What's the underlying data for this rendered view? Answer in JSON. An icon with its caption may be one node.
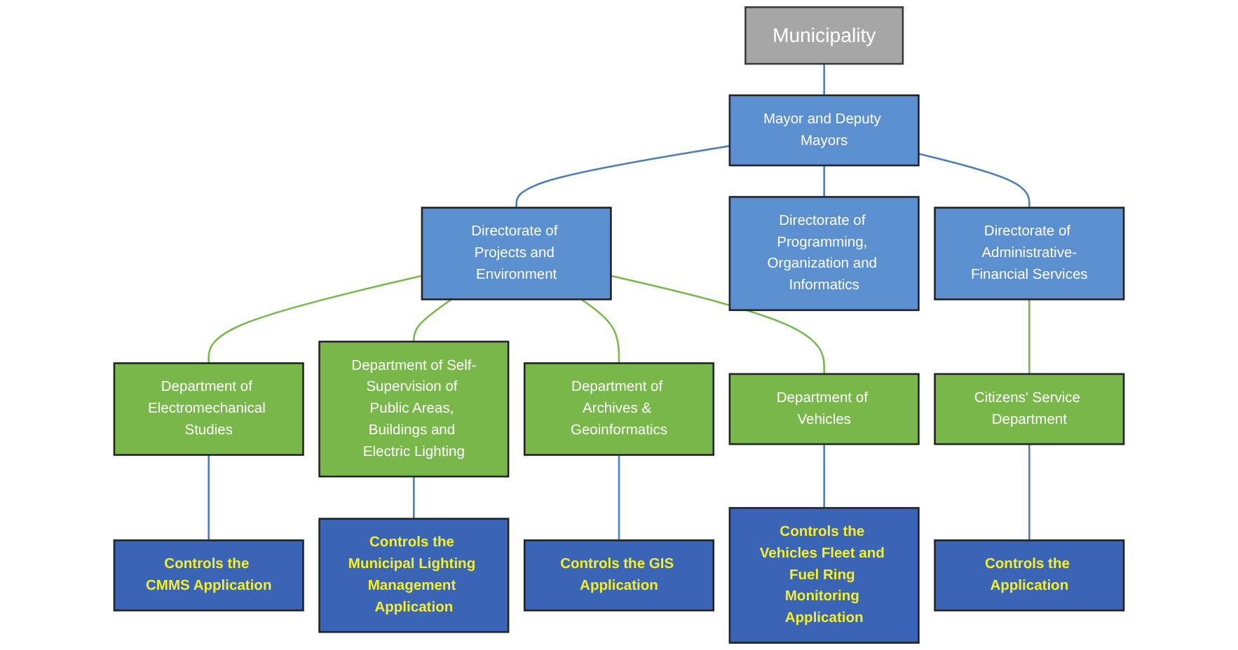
{
  "diagram": {
    "nodes": [
      {
        "text": [
          "Municipality"
        ]
      },
      {
        "text": [
          "Mayor and Deputy Mayors"
        ]
      },
      {
        "text": [
          "Directorate of Projects and Environment"
        ]
      },
      {
        "text": [
          "Directorate of Programming, Organization and Informatics"
        ]
      },
      {
        "text": [
          "Directorate of Administrative-Financial Services"
        ]
      },
      {
        "text": [
          "Department of Electromechanical Studies"
        ]
      },
      {
        "text": [
          "Department of Self-Supervision of Public Areas, Buildings and Electric Lighting"
        ]
      },
      {
        "text": [
          "Department of Archives & Geoinformatics"
        ]
      },
      {
        "text": [
          "Department of Vehicles"
        ]
      },
      {
        "text": [
          "Citizens' Service Department"
        ]
      },
      {
        "text": [
          "Controls the CMMS Application"
        ]
      },
      {
        "text": [
          "Controls the Municipal Lighting Management Application"
        ]
      },
      {
        "text": [
          "Controls the GIS Application"
        ]
      },
      {
        "text": [
          "Controls the Vehicles Fleet and Fuel Ring Monitoring Application"
        ]
      },
      {
        "text": [
          "Controls the Application"
        ]
      }
    ],
    "edges": [
      {
        "from": 0,
        "to": 1,
        "arrow": "none"
      },
      {
        "from": 1,
        "to": 2,
        "arrow": "none"
      },
      {
        "from": 1,
        "to": 3,
        "arrow": "none"
      },
      {
        "from": 1,
        "to": 4,
        "arrow": "none"
      },
      {
        "from": 2,
        "to": 5,
        "arrow": "none",
        "color": "#77b94a"
      },
      {
        "from": 2,
        "to": 6,
        "arrow": "none",
        "color": "#77b94a"
      },
      {
        "from": 2,
        "to": 7,
        "arrow": "none",
        "color": "#77b94a"
      },
      {
        "from": 2,
        "to": 8,
        "arrow": "none",
        "color": "#77b94a"
      },
      {
        "from": 4,
        "to": 9,
        "arrow": "none",
        "color": "#77b94a"
      },
      {
        "from": 5,
        "to": 10,
        "arrow": "none"
      },
      {
        "from": 6,
        "to": 11,
        "arrow": "none"
      },
      {
        "from": 7,
        "to": 12,
        "arrow": "none"
      },
      {
        "from": 8,
        "to": 13,
        "arrow": "none"
      },
      {
        "from": 9,
        "to": 14,
        "arrow": "none"
      }
    ]
  }
}
